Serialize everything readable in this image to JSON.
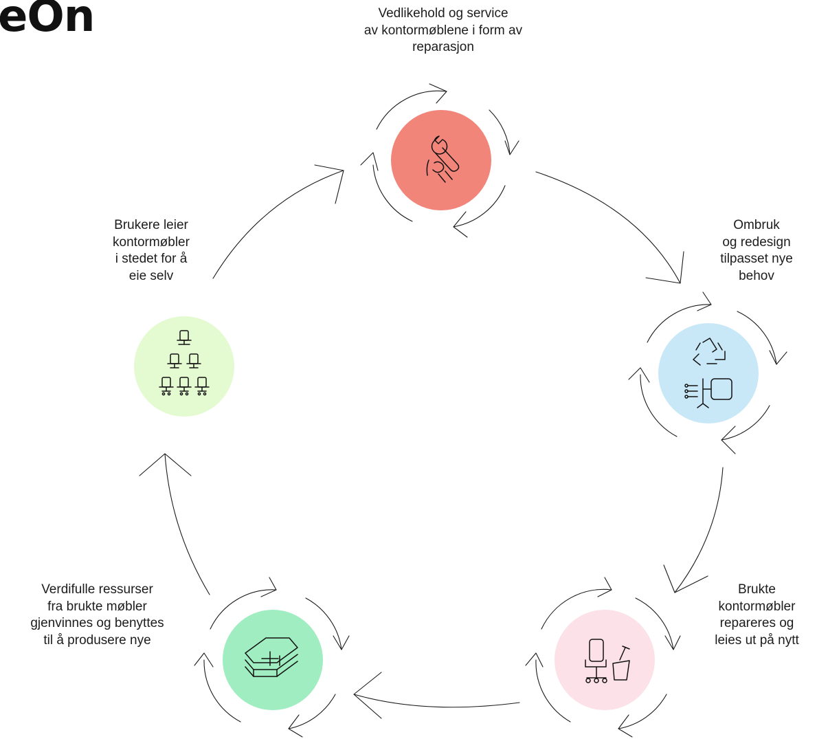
{
  "title": "eOn",
  "colors": {
    "repair": "#f2857a",
    "reuse": "#c9e8f7",
    "rent_again": "#fde1e8",
    "recycle": "#9fedc1",
    "rent": "#e4fbd2",
    "stroke": "#1a1a1a"
  },
  "steps": [
    {
      "key": "repair",
      "icon": "wrench-hand-icon",
      "label": "Vedlikehold og service\nav kontormøblene i form av\nreparasjon"
    },
    {
      "key": "reuse",
      "icon": "recycle-chair-icon",
      "label": "Ombruk\nog redesign\ntilpasset nye\nbehov"
    },
    {
      "key": "rent_again",
      "icon": "chair-cleaning-icon",
      "label": "Brukte\nkontormøbler\nrepareres og\nleies ut på nytt"
    },
    {
      "key": "recycle",
      "icon": "material-layers-icon",
      "label": "Verdifulle ressurser\nfra brukte møbler\ngjenvinnes og benyttes\ntil å produsere nye"
    },
    {
      "key": "rent",
      "icon": "chair-stack-icon",
      "label": "Brukere leier\nkontormøbler\ni stedet for å\neie selv"
    }
  ]
}
